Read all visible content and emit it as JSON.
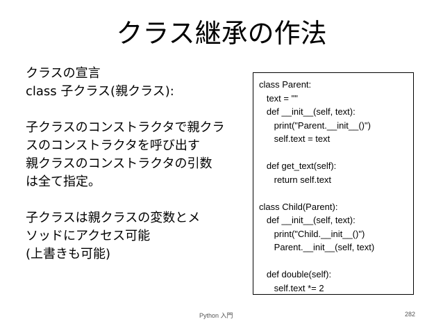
{
  "slide": {
    "title": "クラス継承の作法",
    "body_lines": [
      "クラスの宣言",
      "class 子クラス(親クラス):",
      "",
      "子クラスのコンストラクタで親クラ",
      "スのコンストラクタを呼び出す",
      "親クラスのコンストラクタの引数",
      "は全て指定。",
      "",
      "子クラスは親クラスの変数とメ",
      "ソッドにアクセス可能",
      "(上書きも可能)"
    ],
    "code_lines": [
      "class Parent:",
      "   text = \"\"",
      "   def __init__(self, text):",
      "      print(\"Parent.__init__()\")",
      "      self.text = text",
      "",
      "   def get_text(self):",
      "      return self.text",
      "",
      "class Child(Parent):",
      "   def __init__(self, text):",
      "      print(\"Child.__init__()\")",
      "      Parent.__init__(self, text)",
      "",
      "   def double(self):",
      "      self.text *= 2"
    ],
    "footer_text": "Python 入門",
    "page_number": "282"
  }
}
